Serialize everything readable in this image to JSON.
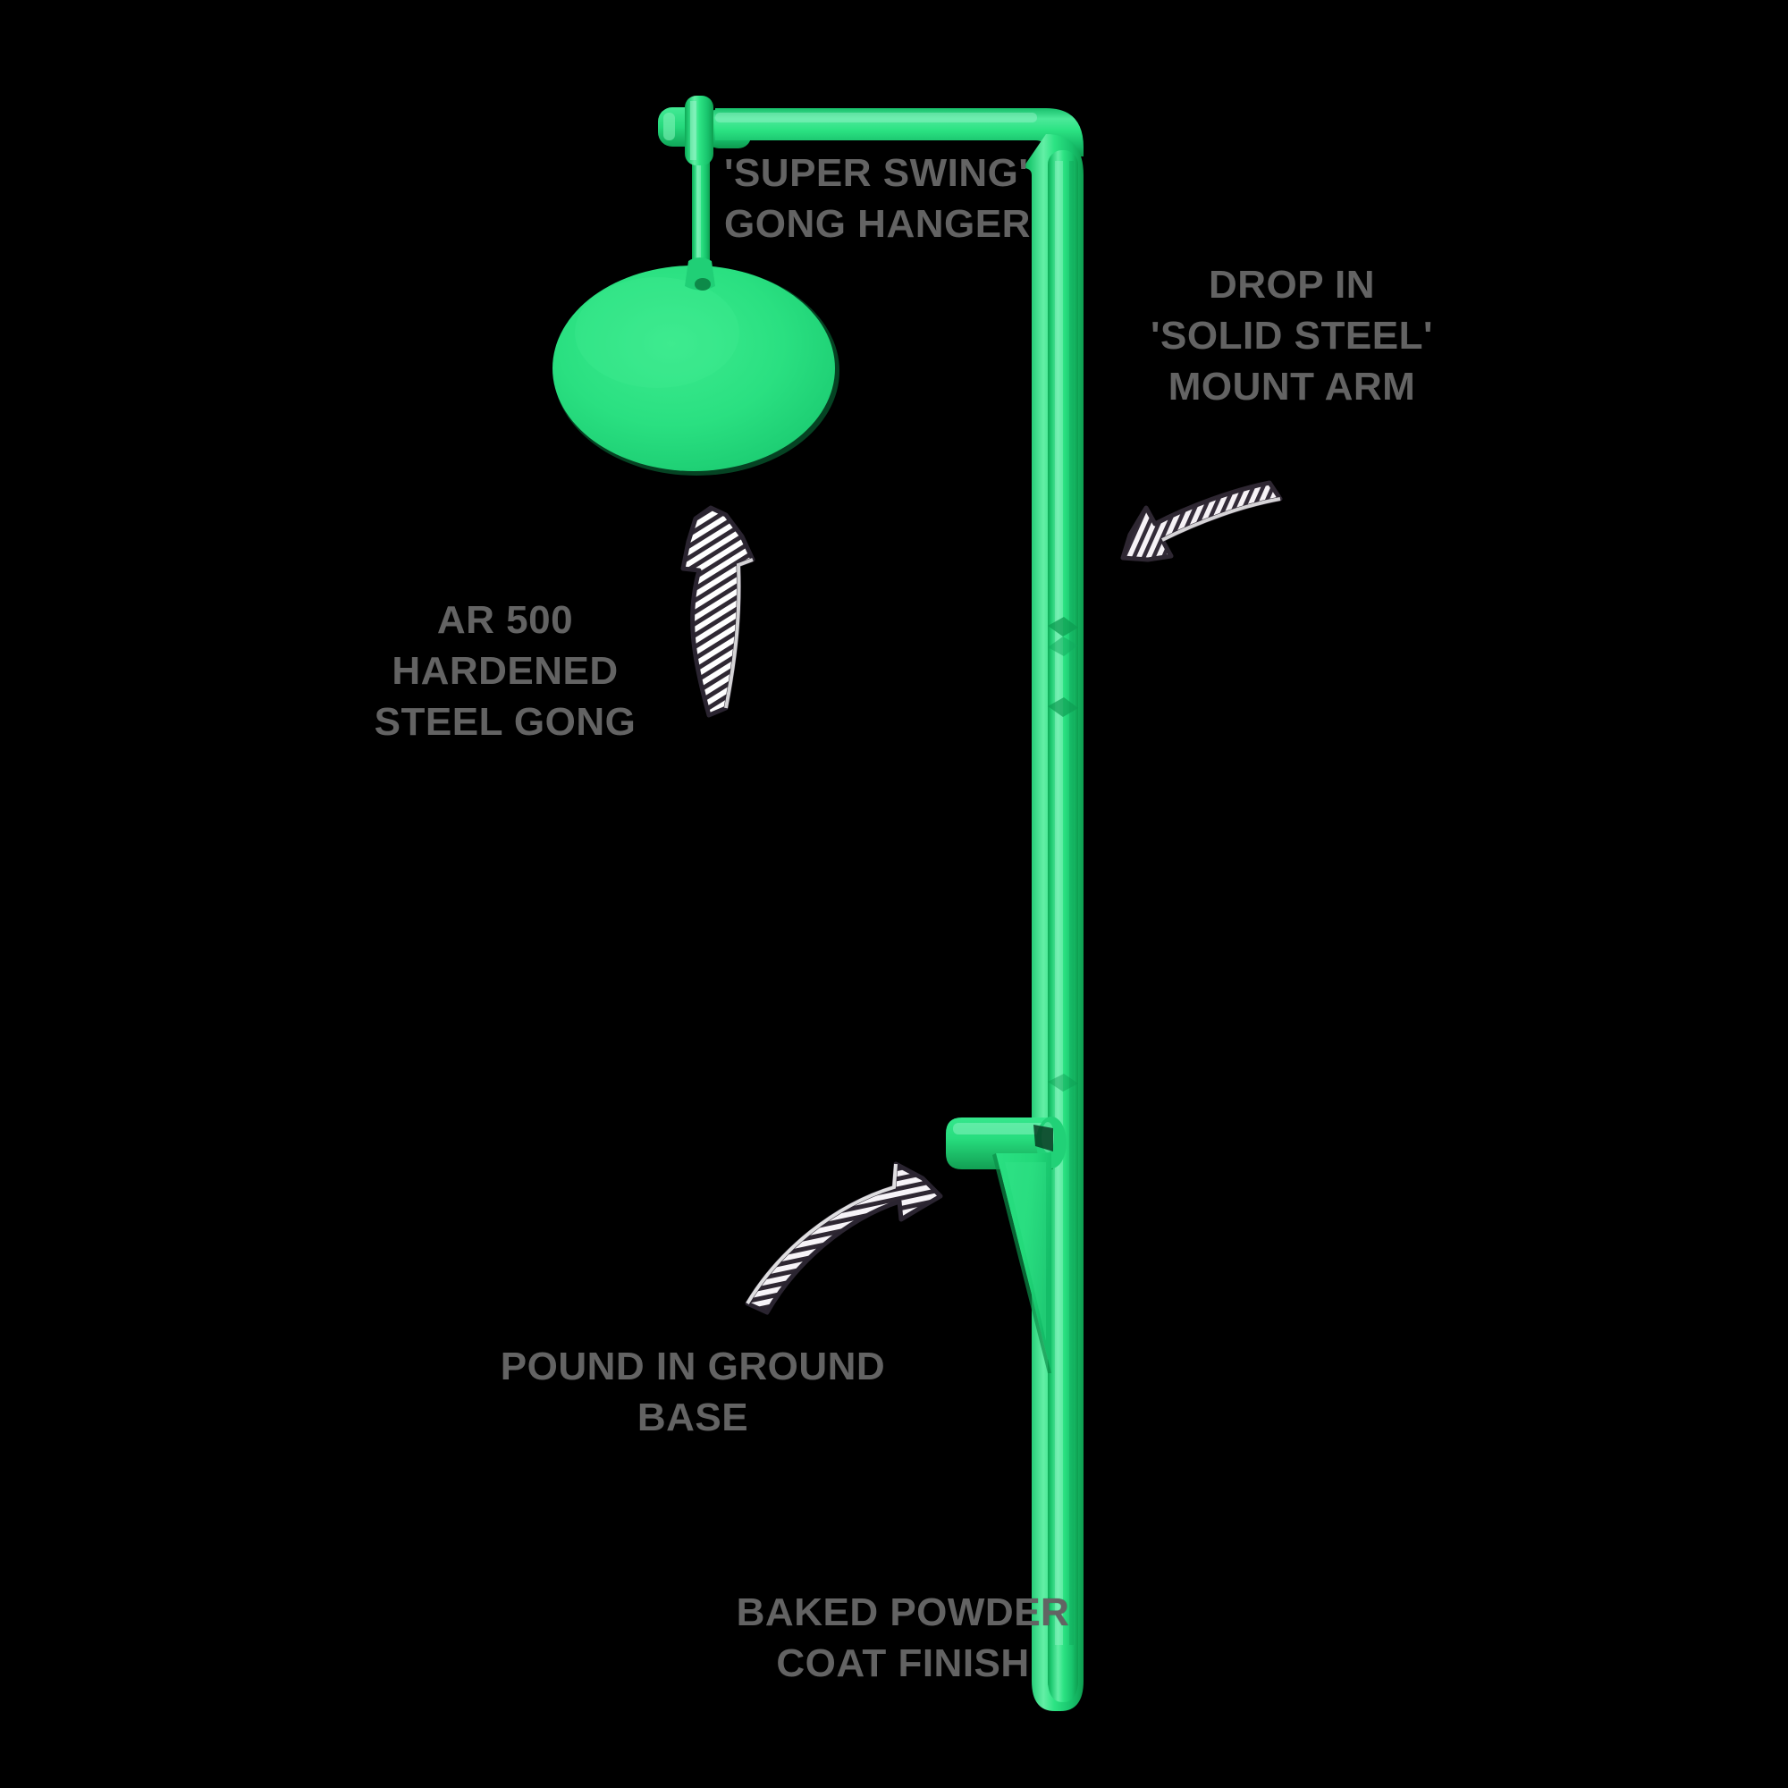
{
  "scene": {
    "background_color": "#000000",
    "product_color": "#27dd7e",
    "product_color_dark": "#17b95f",
    "product_color_light": "#7ef0b4",
    "label_color": "#636363",
    "arrow_outline_color": "#2a2430",
    "arrow_fill_color": "#f2eef2"
  },
  "callouts": [
    {
      "id": "gong-hanger",
      "text": "'SUPER SWING'\nGONG HANGER",
      "points_to": "gong-hanger-assembly",
      "has_arrow": false
    },
    {
      "id": "mount-arm",
      "text": "DROP IN\n'SOLID STEEL'\nMOUNT ARM",
      "points_to": "vertical-post",
      "has_arrow": true,
      "arrow_direction": "down-left"
    },
    {
      "id": "steel-gong",
      "text": "AR 500\nHARDENED\nSTEEL GONG",
      "points_to": "round-gong-plate",
      "has_arrow": true,
      "arrow_direction": "up"
    },
    {
      "id": "ground-base",
      "text": "POUND IN GROUND\nBASE",
      "points_to": "base-foot",
      "has_arrow": true,
      "arrow_direction": "up-right"
    },
    {
      "id": "coat-finish",
      "text": "BAKED POWDER\nCOAT FINISH",
      "points_to": "vertical-post",
      "has_arrow": false
    }
  ],
  "product": {
    "name": "steel-target-stand",
    "parts": [
      "hanger-bolt",
      "hanger-rod",
      "horizontal-arm",
      "vertical-post",
      "round-gong-plate",
      "base-foot",
      "base-gusset",
      "post-tip"
    ]
  }
}
